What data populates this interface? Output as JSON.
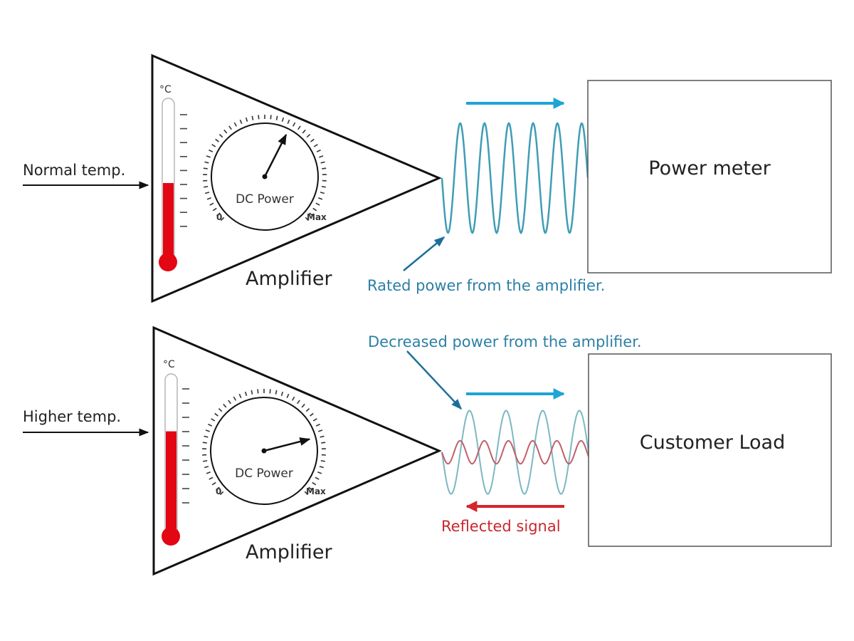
{
  "colors": {
    "outline": "#111111",
    "mercury": "#e30613",
    "wave_forward": "#3f9db5",
    "wave_forward_dim": "#7bb8c3",
    "wave_reflected": "#c0606a",
    "arrow_forward": "#1ea4d6",
    "arrow_reflected": "#d4262c",
    "pointer_arrow": "#1d6f9a",
    "note_blue": "#2c7fa6",
    "note_red": "#c8282e",
    "box_border": "#555555"
  },
  "panels": [
    {
      "id": "normal",
      "input_label": "Normal temp.",
      "amplifier_label": "Amplifier",
      "thermometer": {
        "unit": "°C",
        "level": 0.5,
        "tick_count": 9
      },
      "dial": {
        "label": "DC Power",
        "min_label": "0",
        "max_label": "Max",
        "level": 0.6
      },
      "output": {
        "forward_cycles": 6,
        "forward_amplitude": 1.0,
        "reflected": false,
        "note": "Rated power from the amplifier."
      },
      "destination_label": "Power meter"
    },
    {
      "id": "higher",
      "input_label": "Higher temp.",
      "amplifier_label": "Amplifier",
      "thermometer": {
        "unit": "°C",
        "level": 0.67,
        "tick_count": 9
      },
      "dial": {
        "label": "DC Power",
        "min_label": "0",
        "max_label": "Max",
        "level": 0.78
      },
      "output": {
        "forward_cycles": 4,
        "forward_amplitude": 0.76,
        "reflected": true,
        "reflected_amplitude": 0.21,
        "note": "Decreased power from the amplifier.",
        "reflected_note": "Reflected signal"
      },
      "destination_label": "Customer Load"
    }
  ]
}
